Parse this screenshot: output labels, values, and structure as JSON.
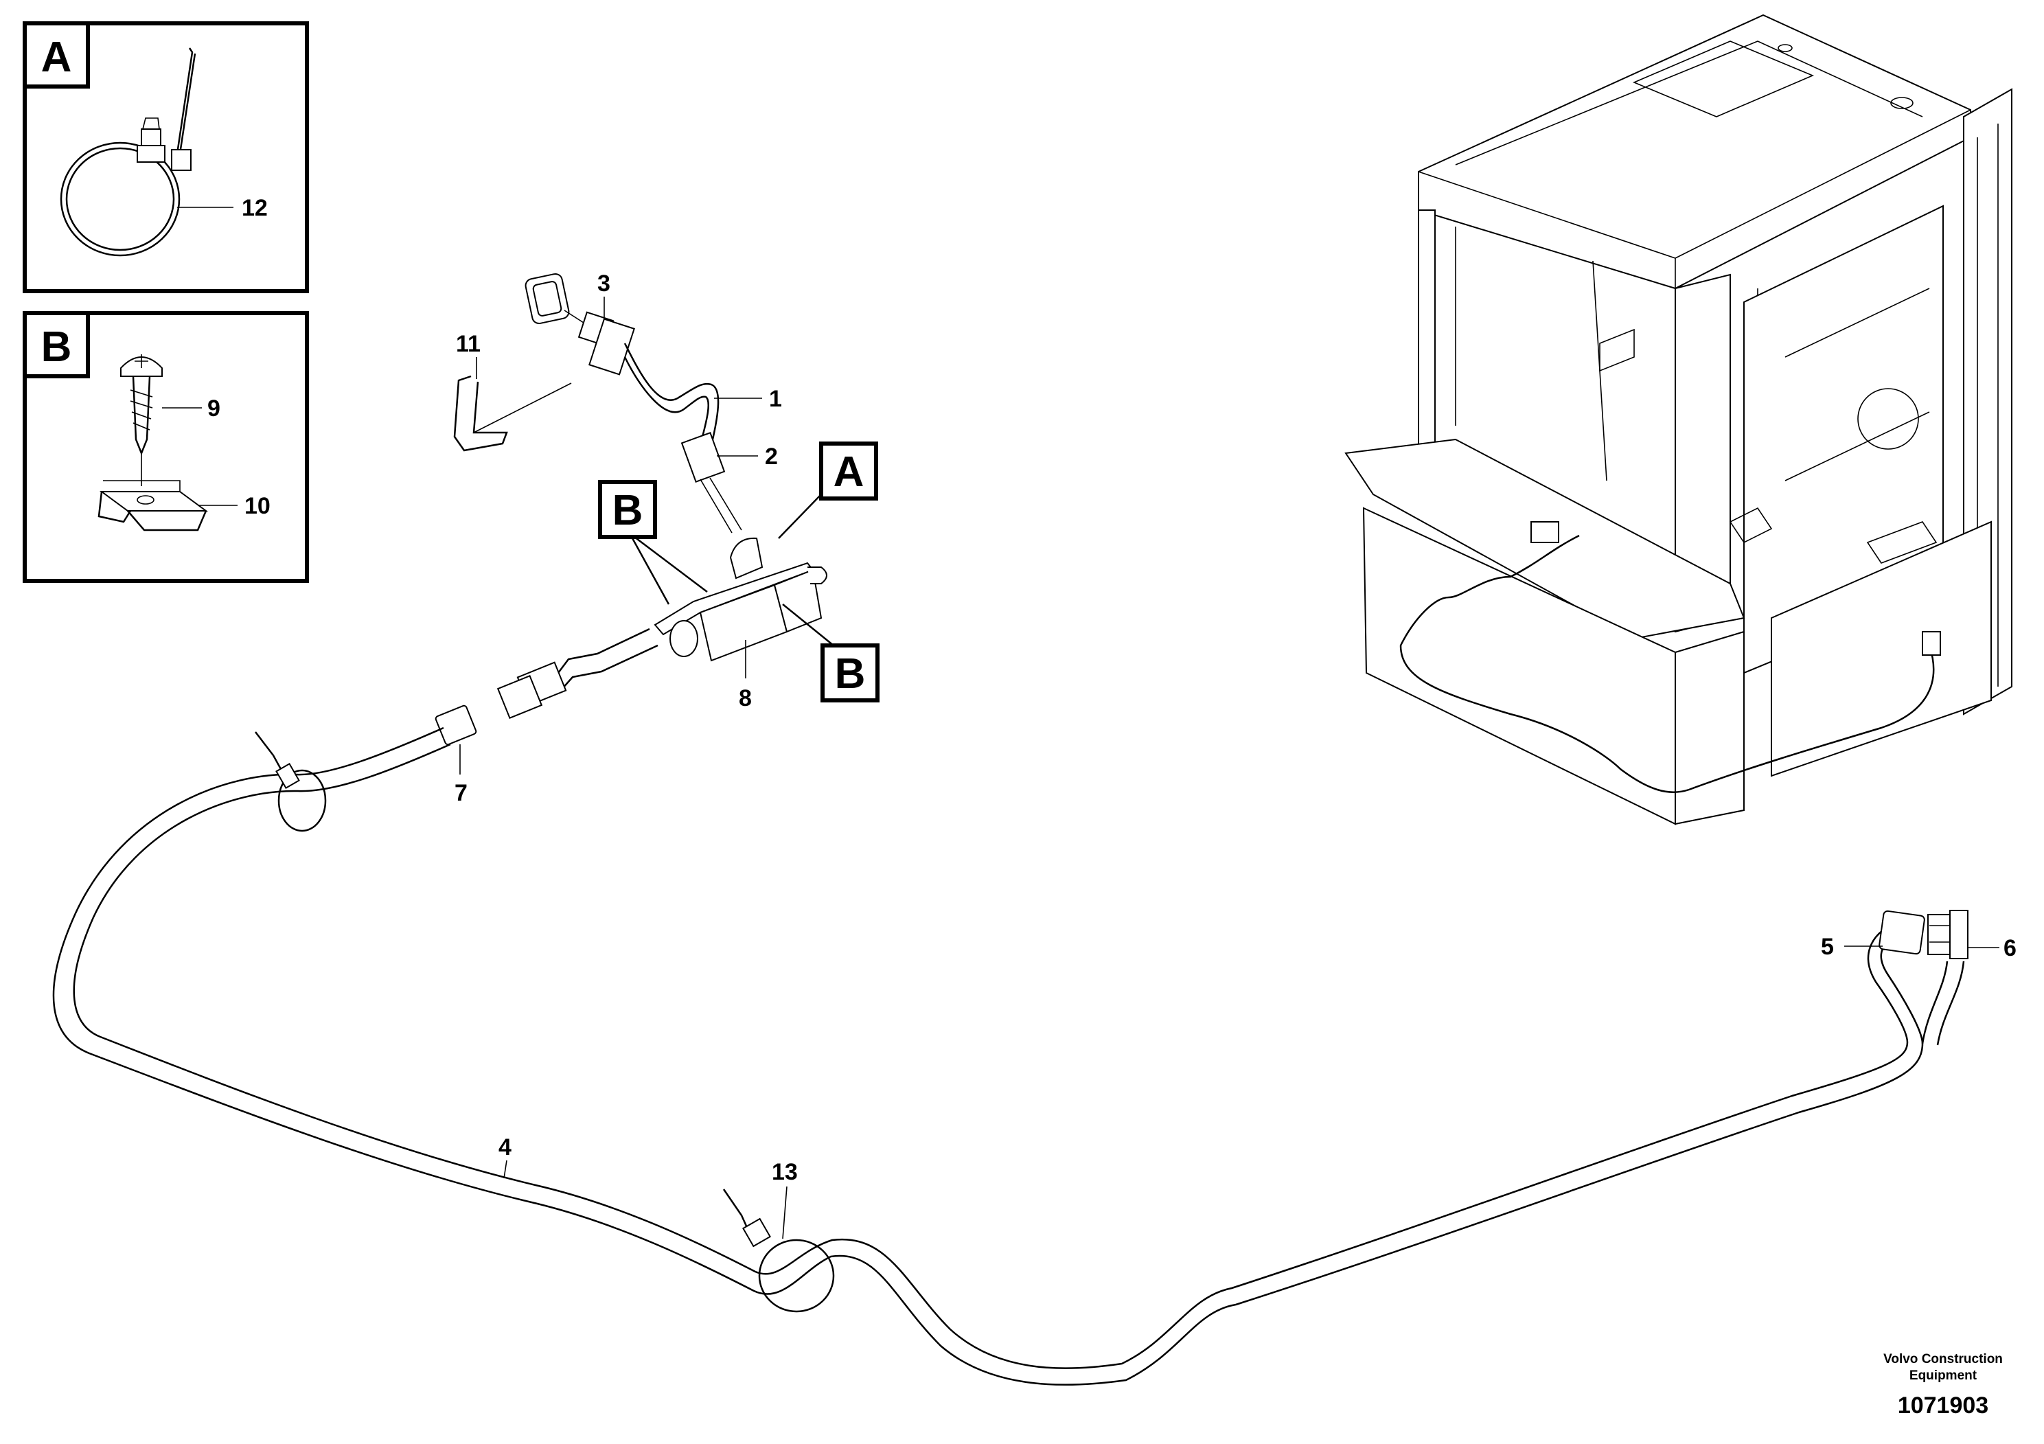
{
  "inset_a": {
    "letter": "A",
    "callouts": [
      "12"
    ]
  },
  "inset_b": {
    "letter": "B",
    "callouts": [
      "9",
      "10"
    ]
  },
  "view_labels": {
    "a": "A",
    "b_upper": "B",
    "b_lower": "B"
  },
  "callouts": {
    "n1": "1",
    "n2": "2",
    "n3": "3",
    "n4": "4",
    "n5": "5",
    "n6": "6",
    "n7": "7",
    "n8": "8",
    "n9": "9",
    "n10": "10",
    "n11": "11",
    "n12": "12",
    "n13": "13"
  },
  "credit": {
    "line1": "Volvo Construction",
    "line2": "Equipment"
  },
  "figure_id": "1071903"
}
